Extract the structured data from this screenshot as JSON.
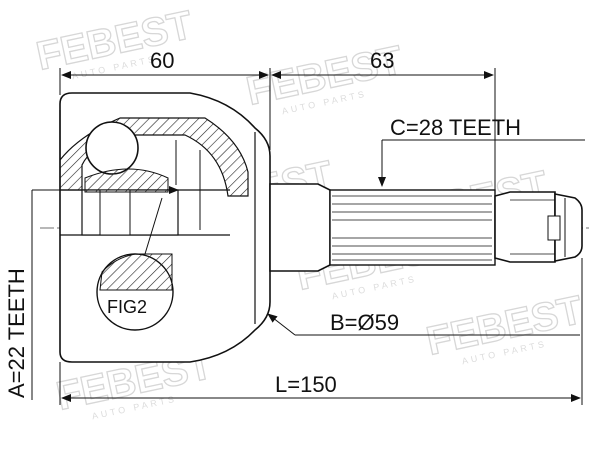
{
  "watermark": {
    "brand": "FEBEST",
    "sub": "AUTO PARTS"
  },
  "dimensions": {
    "housing_length": "60",
    "shaft_length": "63",
    "total_length": "L=150",
    "outer_diameter": "B=Ø59",
    "inner_spline": "A=22 TEETH",
    "outer_spline": "C=28 TEETH"
  },
  "figure_label": "FIG2"
}
